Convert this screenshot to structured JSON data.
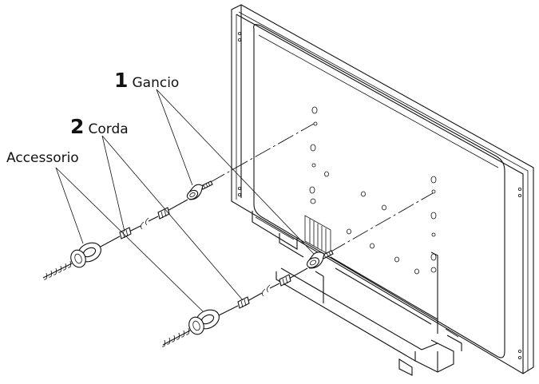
{
  "labels": {
    "hook": {
      "number": "1",
      "text": "Gancio"
    },
    "cord": {
      "number": "2",
      "text": "Corda"
    },
    "accessory": {
      "text": "Accessorio"
    }
  },
  "colors": {
    "line": "#111111",
    "background": "#ffffff"
  }
}
